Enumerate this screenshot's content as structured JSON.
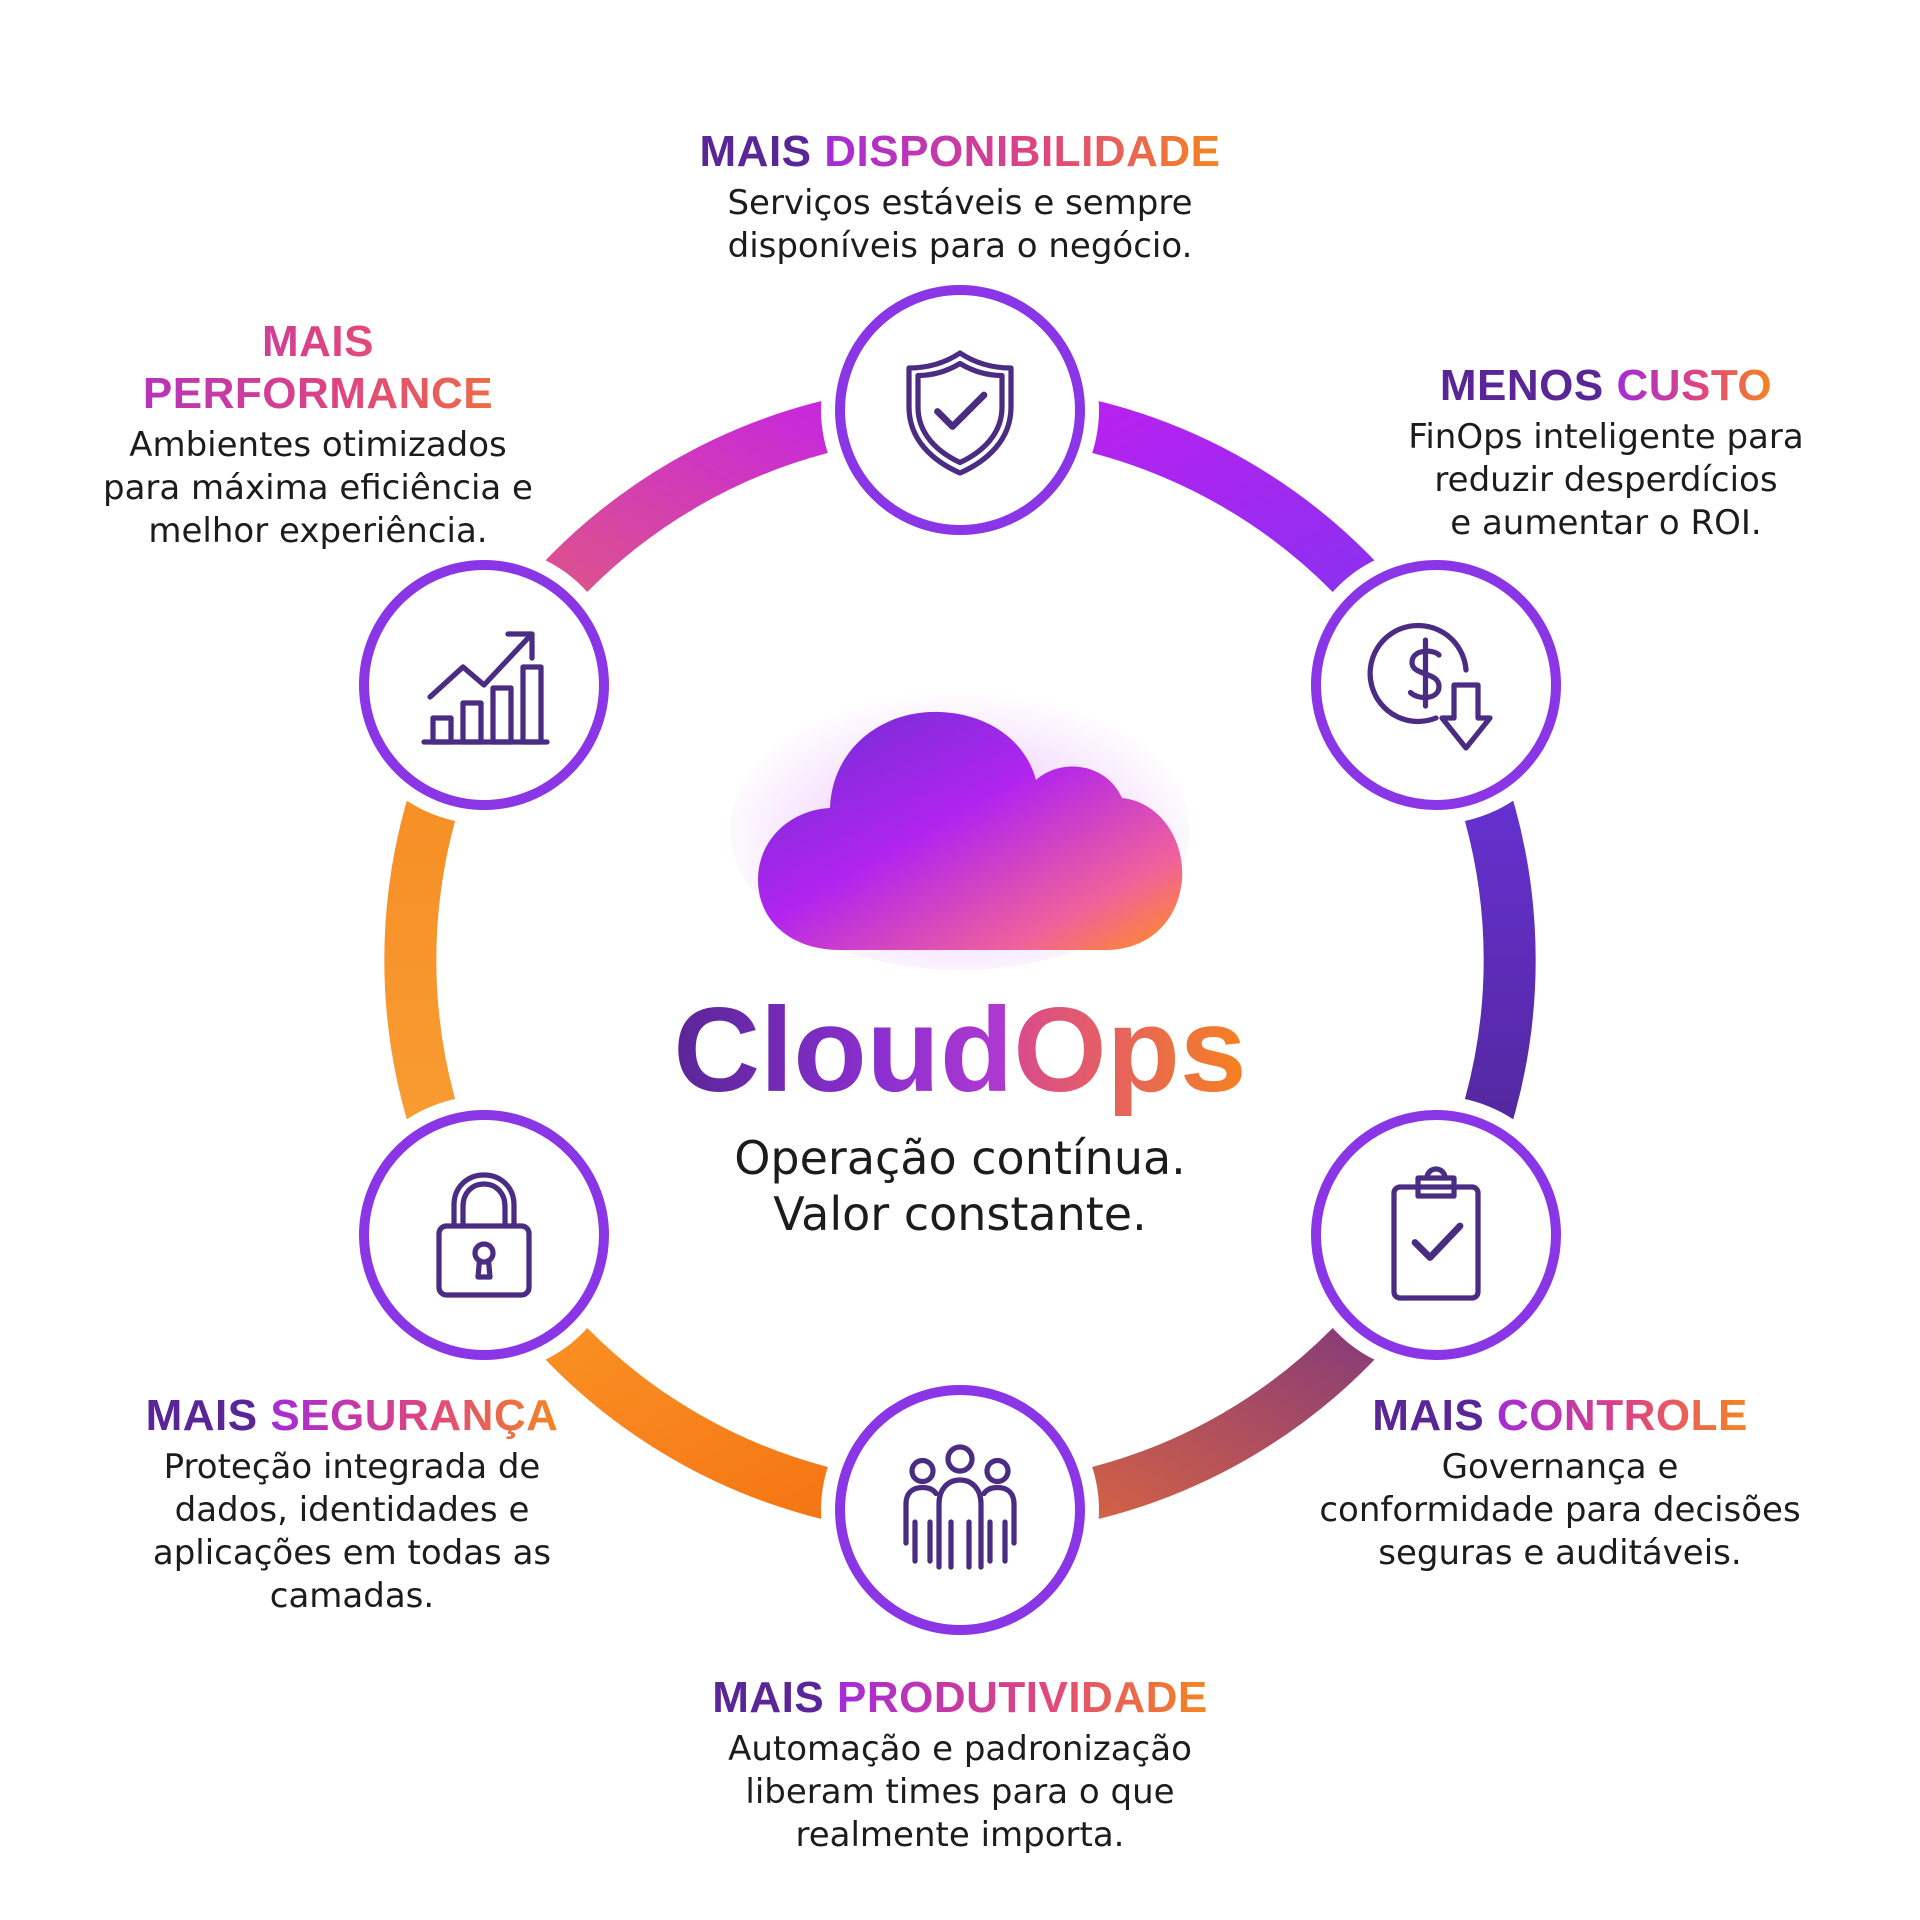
{
  "center": {
    "brand_part1": "Cloud",
    "brand_part2": "Ops",
    "tagline_line1": "Operação contínua.",
    "tagline_line2": "Valor constante.",
    "icon": "cloud-icon"
  },
  "benefits": {
    "disponibilidade": {
      "title_word1": "MAIS",
      "title_word2": "DISPONIBILIDADE",
      "description": "Serviços estáveis e sempre\ndisponíveis para o negócio.",
      "icon": "shield-check-icon"
    },
    "custo": {
      "title_word1": "MENOS",
      "title_word2": "CUSTO",
      "description": "FinOps inteligente para\nreduzir desperdícios\ne aumentar o ROI.",
      "icon": "dollar-down-icon"
    },
    "controle": {
      "title_word1": "MAIS",
      "title_word2": "CONTROLE",
      "description": "Governança e\nconformidade para decisões\nseguras e auditáveis.",
      "icon": "clipboard-check-icon"
    },
    "produtividade": {
      "title_word1": "MAIS",
      "title_word2": "PRODUTIVIDADE",
      "description": "Automação e padronização\nliberam times para o que\nrealmente importa.",
      "icon": "team-icon"
    },
    "seguranca": {
      "title_word1": "MAIS",
      "title_word2": "SEGURANÇA",
      "description": "Proteção integrada de\ndados, identidades e\naplicações em todas as\ncamadas.",
      "icon": "padlock-icon"
    },
    "performance": {
      "title_word1": "MAIS",
      "title_word2": "PERFORMANCE",
      "description": "Ambientes otimizados\npara máxima eficiência e\nmelhor experiência.",
      "icon": "growth-chart-icon"
    }
  },
  "colors": {
    "purple_dark": "#5a2697",
    "purple": "#8a35e6",
    "magenta": "#c020f0",
    "orange": "#f7811c",
    "text": "#1c1c1c"
  }
}
